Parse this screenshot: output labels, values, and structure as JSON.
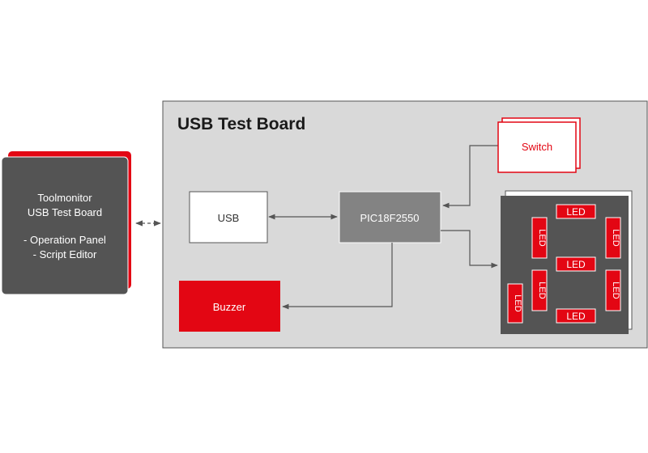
{
  "colors": {
    "red": "#e30613",
    "dark_gray": "#545454",
    "mid_gray": "#838383",
    "board_gray": "#d9d9d9",
    "line": "#555555"
  },
  "toolmonitor": {
    "line1": "Toolmonitor",
    "line2": "USB Test Board",
    "line3": "- Operation Panel",
    "line4": "- Script Editor"
  },
  "board": {
    "title": "USB Test Board"
  },
  "blocks": {
    "usb": "USB",
    "mcu": "PIC18F2550",
    "switch": "Switch",
    "buzzer": "Buzzer",
    "led": "LED"
  }
}
